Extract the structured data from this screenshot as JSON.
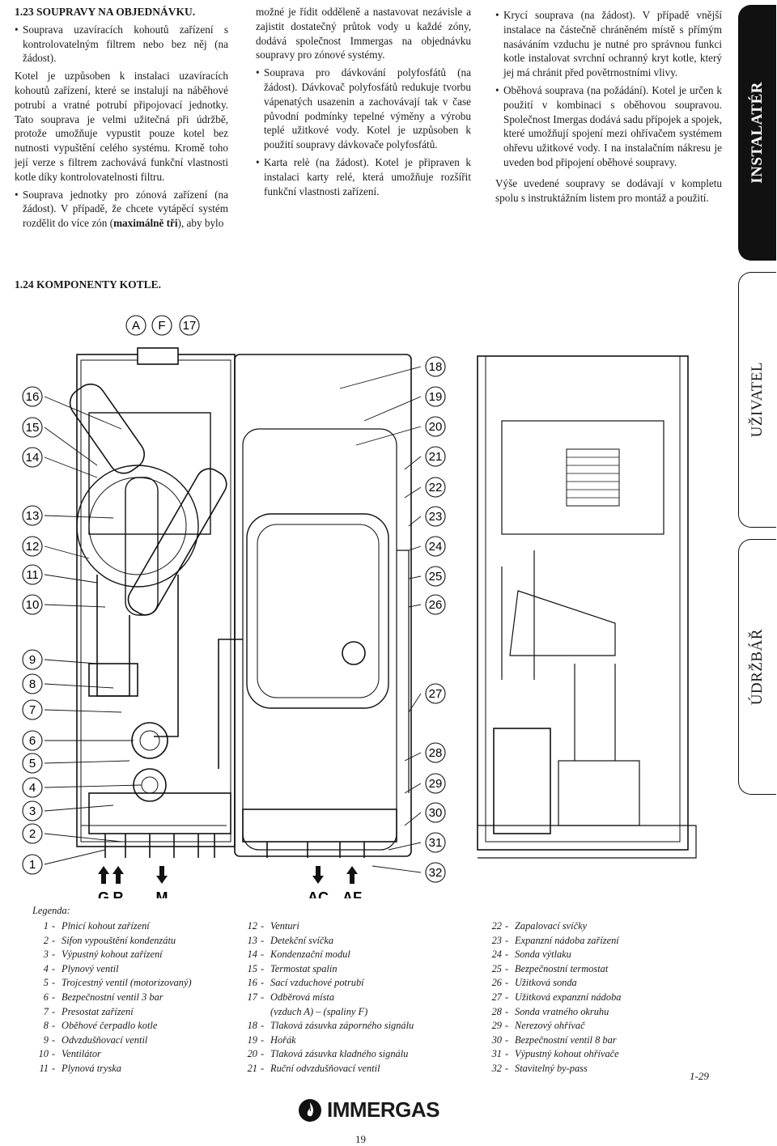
{
  "col1": {
    "heading": "1.23 SOUPRAVY NA OBJEDNÁVKU.",
    "b1": "Souprava uzavíracích kohoutů zařízení s kontrolovatelným filtrem nebo bez něj (na žádost).",
    "p1": "Kotel je uzpůsoben k instalaci uzavíracích kohoutů zařízení, které se instalují na náběhové potrubí a vratné potrubí připojovací jednotky. Tato souprava je velmi užitečná při údržbě, protože umožňuje vypustit pouze kotel bez nutnosti vypuštění celého systému. Kromě toho její verze s filtrem zachovává funkční vlastnosti kotle díky kontrolovatelnosti filtru.",
    "b2": "Souprava jednotky pro zónová zařízení (na žádost). V případě, že chcete vytápěcí systém rozdělit do více zón (",
    "b2_bold": "maximálně tři",
    "b2_end": "), aby bylo"
  },
  "col2": {
    "p1": "možné je řídit odděleně a nastavovat nezávisle a zajistit dostatečný průtok vody u každé zóny, dodává společnost Immergas na objednávku soupravy pro zónové systémy.",
    "b1": "Souprava pro dávkování polyfosfátů (na žádost). Dávkovač polyfosfátů redukuje tvorbu vápenatých usazenin a zachovávají tak v čase původní podmínky tepelné výměny a výrobu teplé užitkové vody. Kotel je uzpůsoben k použití soupravy dávkovače polyfosfátů.",
    "b2": "Karta relè (na žádost). Kotel je připraven k instalaci karty relé, která umožňuje rozšířit funkční vlastnosti zařízení."
  },
  "col3": {
    "b1": "Krycí souprava (na žádost). V případě vnější instalace na částečně chráněném místě s přímým nasáváním vzduchu je nutné pro správnou funkci kotle instalovat svrchní ochranný kryt kotle, který jej má chránit před povětrnostními vlivy.",
    "b2": "Oběhová souprava (na požádání). Kotel je určen k použití v kombinaci s oběhovou soupravou. Společnost Imergas dodává sadu přípojek a spojek, které umožňují spojení mezi ohřívačem systémem ohřevu užitkové vody. I na instalačním nákresu je uveden bod připojení oběhové soupravy.",
    "p1": "Výše uvedené soupravy se dodávají v kompletu spolu s instruktážním listem pro montáž a použití."
  },
  "tabs": [
    "INSTALATÉR",
    "UŽIVATEL",
    "ÚDRŽBÁŘ"
  ],
  "figure_title": "1.24 KOMPONENTY KOTLE.",
  "callouts_top": [
    "A",
    "F",
    "17"
  ],
  "callouts_left": [
    "16",
    "15",
    "14",
    "13",
    "12",
    "11",
    "10",
    "9",
    "8",
    "7",
    "6",
    "5",
    "4",
    "3",
    "2",
    "1"
  ],
  "callouts_mid": [
    "18",
    "19",
    "20",
    "21",
    "22",
    "23",
    "24",
    "25",
    "26",
    "27",
    "28",
    "29",
    "30",
    "31",
    "32"
  ],
  "connections": [
    "G",
    "R",
    "M",
    "AC",
    "AF"
  ],
  "legend_title": "Legenda:",
  "legend": [
    [
      [
        "1",
        "Plnicí kohout zařízení"
      ],
      [
        "2",
        "Sifon vypouštění kondenzátu"
      ],
      [
        "3",
        "Výpustný kohout zařízení"
      ],
      [
        "4",
        "Plynový ventil"
      ],
      [
        "5",
        "Trojcestný ventil (motorizovaný)"
      ],
      [
        "6",
        "Bezpečnostní ventil 3 bar"
      ],
      [
        "7",
        "Presostat zařízení"
      ],
      [
        "8",
        "Oběhové čerpadlo kotle"
      ],
      [
        "9",
        "Odvzdušňovací ventil"
      ],
      [
        "10",
        "Ventilátor"
      ],
      [
        "11",
        "Plynová tryska"
      ]
    ],
    [
      [
        "12",
        "Venturi"
      ],
      [
        "13",
        "Detekční svíčka"
      ],
      [
        "14",
        "Kondenzační modul"
      ],
      [
        "15",
        "Termostat spalin"
      ],
      [
        "16",
        "Sací vzduchové potrubí"
      ],
      [
        "17",
        "Odběrová místa"
      ],
      [
        "",
        "(vzduch A) – (spaliny F)"
      ],
      [
        "18",
        "Tlaková zásuvka záporného signálu"
      ],
      [
        "19",
        "Hořák"
      ],
      [
        "20",
        "Tlaková zásuvka kladného signálu"
      ],
      [
        "21",
        "Ruční odvzdušňovací ventil"
      ]
    ],
    [
      [
        "22",
        "Zapalovací svíčky"
      ],
      [
        "23",
        "Expanzní nádoba zařízení"
      ],
      [
        "24",
        "Sonda výtlaku"
      ],
      [
        "25",
        "Bezpečnostní termostat"
      ],
      [
        "26",
        "Užitková sonda"
      ],
      [
        "27",
        "Užitková expanzní nádoba"
      ],
      [
        "28",
        "Sonda vratného okruhu"
      ],
      [
        "29",
        "Nerezový ohřívač"
      ],
      [
        "30",
        "Bezpečnostní ventil 8 bar"
      ],
      [
        "31",
        "Výpustný kohout ohřívače"
      ],
      [
        "32",
        "Stavitelný by-pass"
      ]
    ]
  ],
  "figure_number": "1-29",
  "brand": "IMMERGAS",
  "page_number": "19"
}
